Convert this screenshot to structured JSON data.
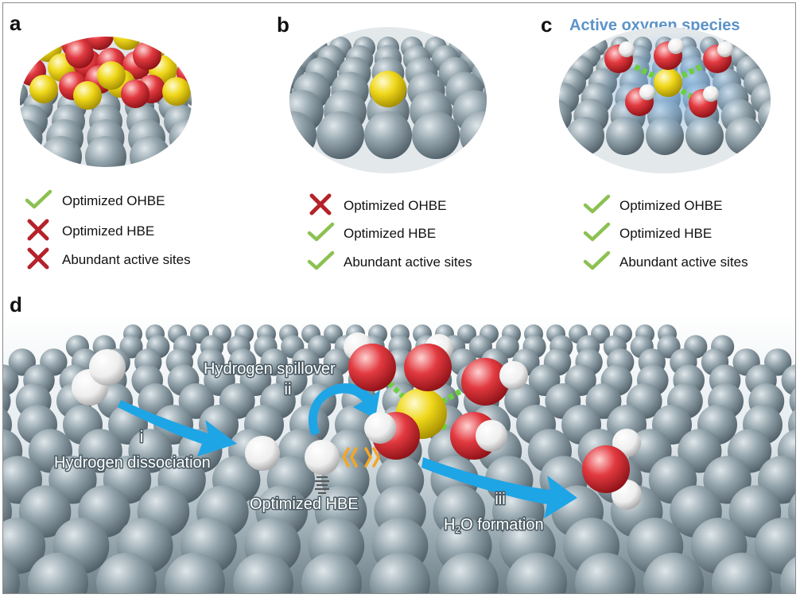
{
  "panels": {
    "a": {
      "label": "a",
      "criteria": [
        {
          "text": "Optimized OHBE",
          "status": "check"
        },
        {
          "text": "Optimized HBE",
          "status": "cross"
        },
        {
          "text": "Abundant active sites",
          "status": "cross"
        }
      ]
    },
    "b": {
      "label": "b",
      "criteria": [
        {
          "text": "Optimized OHBE",
          "status": "cross"
        },
        {
          "text": "Optimized HBE",
          "status": "check"
        },
        {
          "text": "Abundant active sites",
          "status": "check"
        }
      ]
    },
    "c": {
      "label": "c",
      "title": "Active oxygen species",
      "criteria": [
        {
          "text": "Optimized OHBE",
          "status": "check"
        },
        {
          "text": "Optimized HBE",
          "status": "check"
        },
        {
          "text": "Abundant active sites",
          "status": "check"
        }
      ]
    },
    "d": {
      "label": "d",
      "steps": {
        "i_numeral": "i",
        "i_label": "Hydrogen dissociation",
        "ii_label": "Hydrogen spillover",
        "ii_numeral": "ii",
        "hbe_label": "Optimized HBE",
        "iii_numeral": "iii",
        "iii_label_prefix": "H",
        "iii_label_sub": "2",
        "iii_label_suffix": "O formation"
      }
    }
  },
  "colors": {
    "surface_atom": "#8e9da4",
    "dopant_atom": "#f2dd1c",
    "oxygen_atom": "#e0383f",
    "hydrogen_atom": "#f5f5f5",
    "check_mark": "#8cc152",
    "cross_mark": "#b5222a",
    "arrow": "#1ea5e6",
    "glow": "#7fb6ea",
    "spring_wave": "#f5a623"
  },
  "icons": [
    "check-icon",
    "cross-icon",
    "spring-icon",
    "wave-icon",
    "curved-arrow-icon"
  ]
}
